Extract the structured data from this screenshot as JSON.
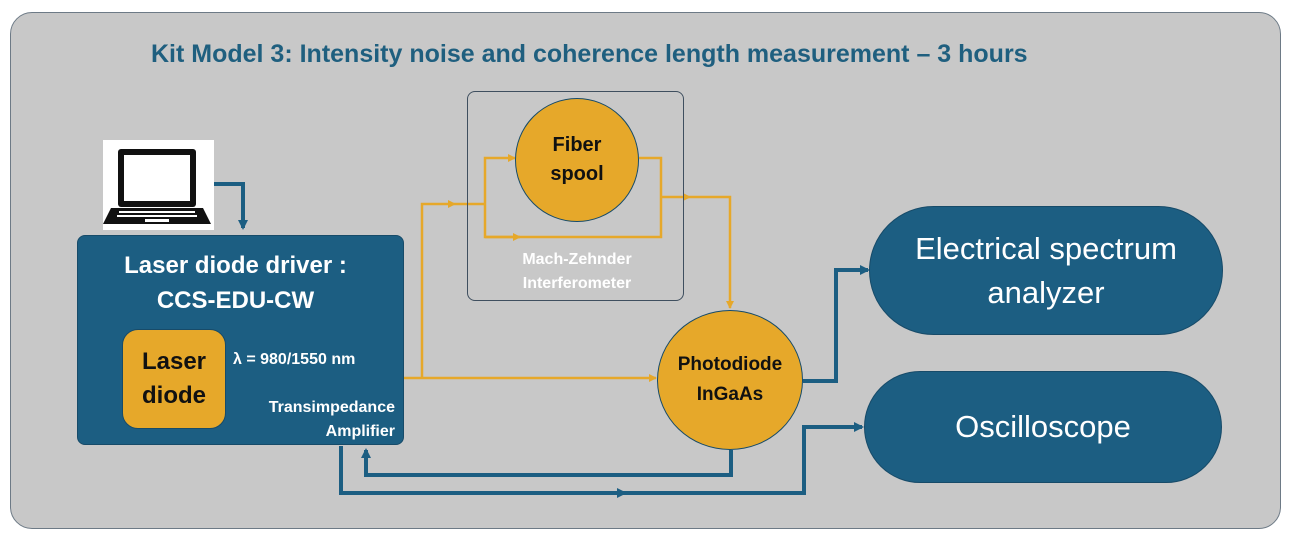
{
  "title": "Kit Model 3: Intensity noise and coherence length measurement – 3 hours",
  "driver": {
    "title_line1": "Laser diode driver :",
    "title_line2": "CCS-EDU-CW",
    "laser_line1": "Laser",
    "laser_line2": "diode",
    "wavelength": "λ = 980/1550 nm",
    "tia_line1": "Transimpedance",
    "tia_line2": "Amplifier"
  },
  "mzi": {
    "spool_line1": "Fiber",
    "spool_line2": "spool",
    "label_line1": "Mach-Zehnder",
    "label_line2": "Interferometer"
  },
  "photodiode": {
    "line1": "Photodiode",
    "line2": "InGaAs"
  },
  "esa": {
    "line1": "Electrical spectrum",
    "line2": "analyzer"
  },
  "oscilloscope": "Oscilloscope",
  "icons": [
    "laptop-icon"
  ],
  "colors": {
    "panel": "#c8c8c8",
    "navy": "#1c5e82",
    "orange": "#e6a82a",
    "title": "#1f5f7f",
    "optical_wire": "#e6a82a",
    "electrical_wire": "#1c5e82"
  }
}
